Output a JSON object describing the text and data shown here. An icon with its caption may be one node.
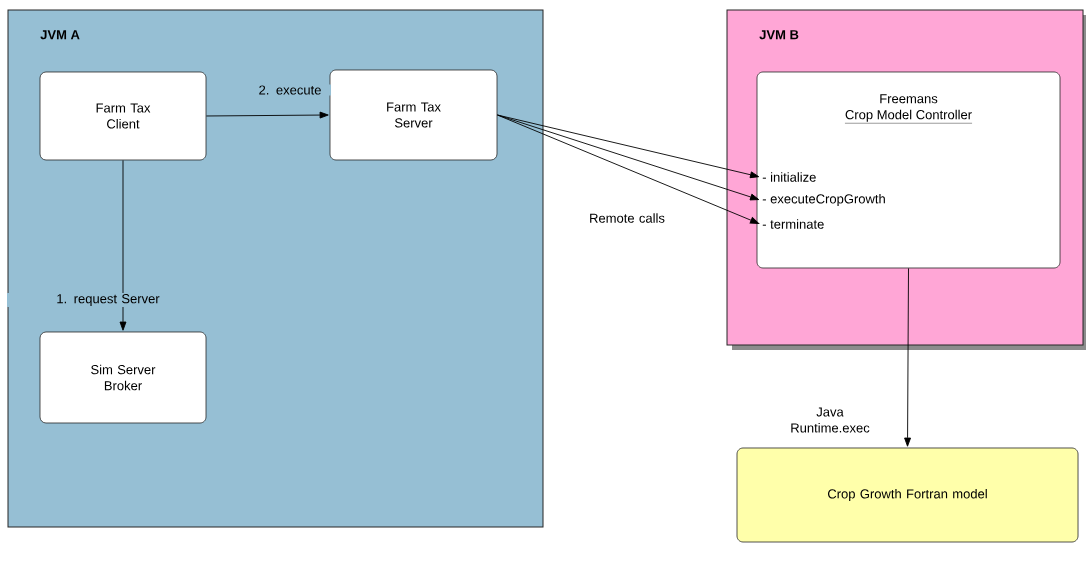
{
  "diagram": {
    "nodes": [
      {
        "text": [
          "JVM A"
        ]
      },
      {
        "text": [
          "Farm Tax Client"
        ],
        "in": 0
      },
      {
        "text": [
          "Farm Tax Server"
        ],
        "in": 0
      },
      {
        "text": [
          "Sim Server Broker"
        ],
        "in": 0
      },
      {
        "text": [
          "JVM B"
        ]
      },
      {
        "text": [
          "Freemans",
          "Crop Model Controller"
        ],
        "in": 4
      },
      {
        "text": [
          "- initialize"
        ],
        "in": 5
      },
      {
        "text": [
          "- executeCropGrowth"
        ],
        "in": 5
      },
      {
        "text": [
          "- terminate"
        ],
        "in": 5
      },
      {
        "text": [
          "Crop Growth Fortran model"
        ]
      }
    ],
    "edges": [
      {
        "from": 1,
        "to": 2,
        "arrow": "to",
        "label": "2. execute"
      },
      {
        "from": 1,
        "to": 3,
        "arrow": "to",
        "label": "1. request Server"
      },
      {
        "from": 2,
        "to": 6,
        "arrow": "to"
      },
      {
        "from": 2,
        "to": 7,
        "arrow": "to",
        "label": "Remote calls"
      },
      {
        "from": 2,
        "to": 8,
        "arrow": "to"
      },
      {
        "from": 5,
        "to": 9,
        "arrow": "to",
        "label": "Java Runtime.exec"
      }
    ]
  }
}
